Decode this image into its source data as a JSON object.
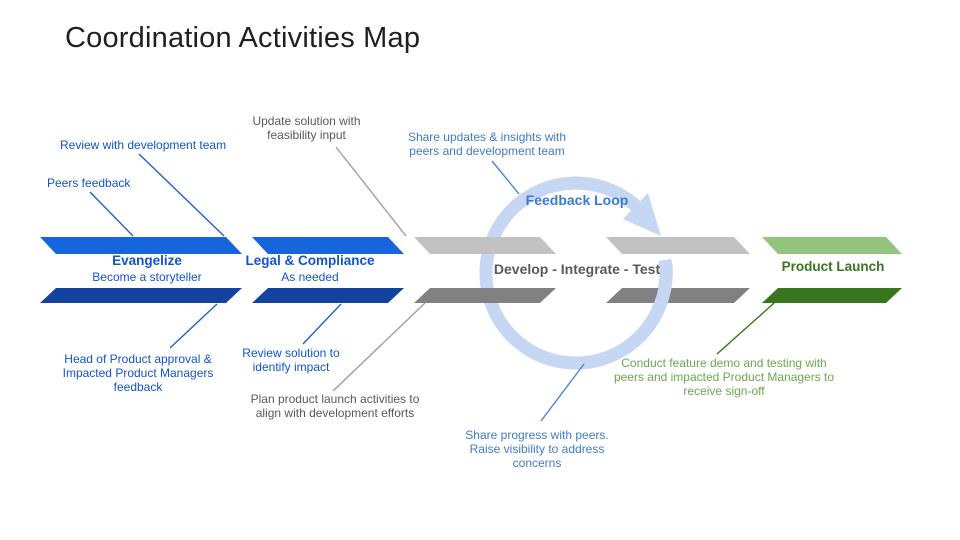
{
  "title": "Coordination Activities Map",
  "colors": {
    "bar_blue_top": "#1566dd",
    "bar_blue_bottom": "#14439f",
    "bar_gray_top": "#c2c2c2",
    "bar_gray_bottom": "#818181",
    "bar_green_top": "#93c47d",
    "bar_green_bottom": "#38761d",
    "loop_ring": "#c5d7f3",
    "leader_blue": "#2060c8",
    "leader_blue_light": "#4a86d8",
    "leader_gray": "#9e9e9e",
    "leader_green": "#38761d",
    "text_blue": "#1155cc",
    "text_blue_muted": "#3f7cc8",
    "text_gray": "#595959",
    "text_green_dark": "#38761d",
    "text_green": "#6aa84f",
    "loop_label": "#3c78d8"
  },
  "stages": [
    {
      "label": "Evangelize",
      "sublabel": "Become a storyteller"
    },
    {
      "label": "Legal & Compliance",
      "sublabel": "As needed"
    },
    {
      "label": "Develop - Integrate - Test",
      "sublabel": ""
    },
    {
      "label": "Product Launch",
      "sublabel": ""
    }
  ],
  "loop": {
    "label": "Feedback Loop"
  },
  "annotations": {
    "review_dev": "Review with development team",
    "peers_feedback": "Peers feedback",
    "update_solution": "Update solution with\nfeasibility input",
    "share_updates": "Share updates & insights with\npeers and development team",
    "head_of_product": "Head of Product approval &\nImpacted Product Managers\nfeedback",
    "review_solution": "Review solution to\nidentify impact",
    "plan_launch": "Plan product launch activities to\nalign with development efforts",
    "share_progress": "Share progress with peers.\nRaise visibility to address concerns",
    "conduct_demo": "Conduct feature demo and testing with\npeers and impacted Product Managers to\nreceive sign-off"
  }
}
